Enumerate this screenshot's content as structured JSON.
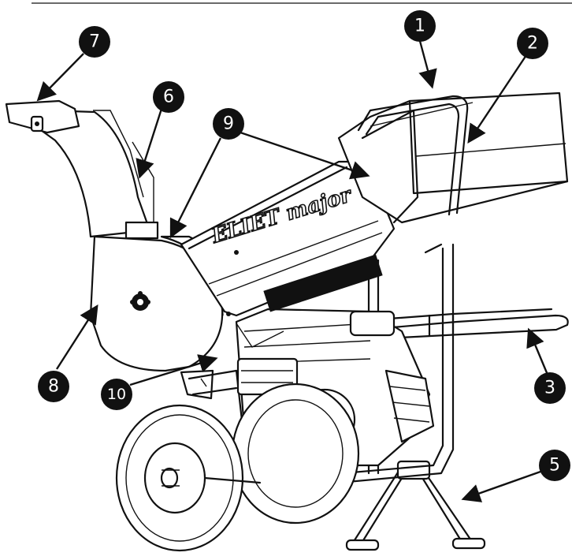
{
  "diagram": {
    "logo": "ELIET major",
    "callouts": [
      {
        "num": "1"
      },
      {
        "num": "2"
      },
      {
        "num": "3"
      },
      {
        "num": "5"
      },
      {
        "num": "6"
      },
      {
        "num": "7"
      },
      {
        "num": "8"
      },
      {
        "num": "9"
      },
      {
        "num": "10"
      }
    ]
  },
  "colors": {
    "ink": "#111111",
    "paper": "#ffffff",
    "callout_fill": "#111111"
  }
}
